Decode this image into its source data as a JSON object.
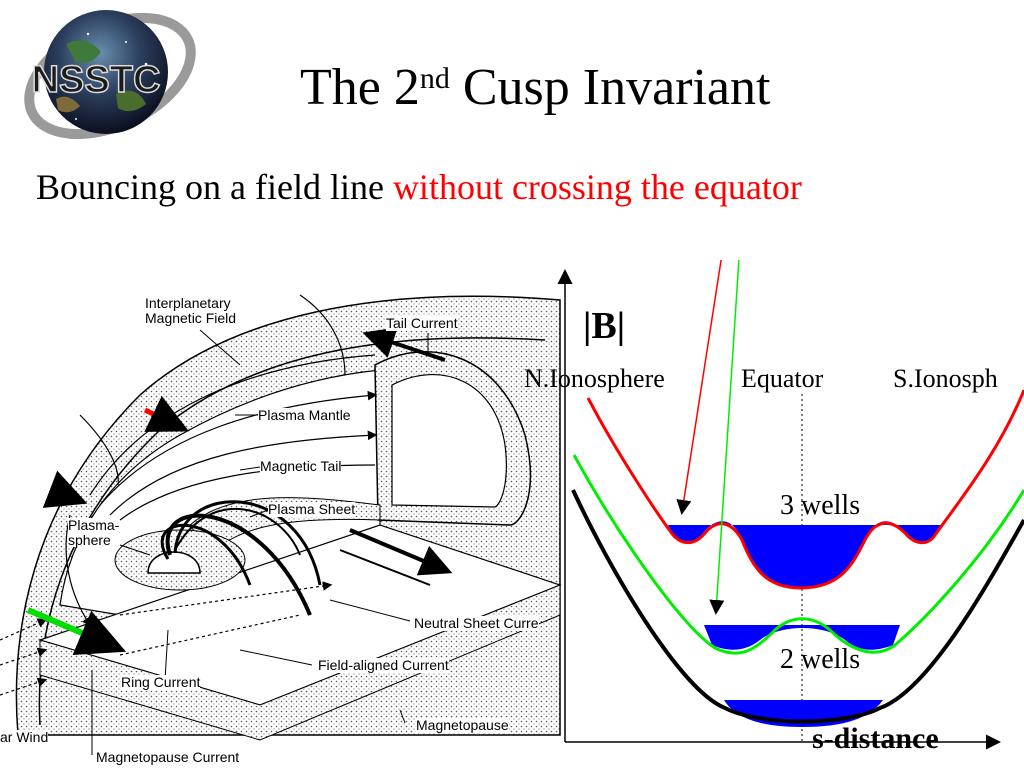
{
  "logo": {
    "text": "NSSTC"
  },
  "title": {
    "main": "The 2",
    "sup": "nd",
    "rest": " Cusp Invariant"
  },
  "subtitle": {
    "black": "Bouncing on a field line ",
    "red": "without crossing the equator"
  },
  "diagram_labels": {
    "imf": "Interplanetary\nMagnetic Field",
    "tail_current": "Tail Current",
    "plasma_mantle": "Plasma Mantle",
    "magnetic_tail": "Magnetic Tail",
    "plasma_sheet": "Plasma Sheet",
    "plasmasphere": "Plasma-\nsphere",
    "neutral_sheet": "Neutral Sheet Curre",
    "field_aligned": "Field-aligned Current",
    "ring_current": "Ring Current",
    "solar_wind": "ar Wind",
    "magnetopause": "Magnetopause",
    "mp_current": "Magnetopause Current"
  },
  "plot": {
    "ylabel": "|B|",
    "xlabel": "s-distance",
    "n_ionosphere": "N.Ionosphere",
    "equator": "Equator",
    "s_ionosphere": "S.Ionosph",
    "three_wells": "3 wells",
    "two_wells": "2 wells"
  },
  "colors": {
    "accent_red": "#ff0000",
    "green": "#00ee00",
    "well_fill": "#0000ff"
  }
}
